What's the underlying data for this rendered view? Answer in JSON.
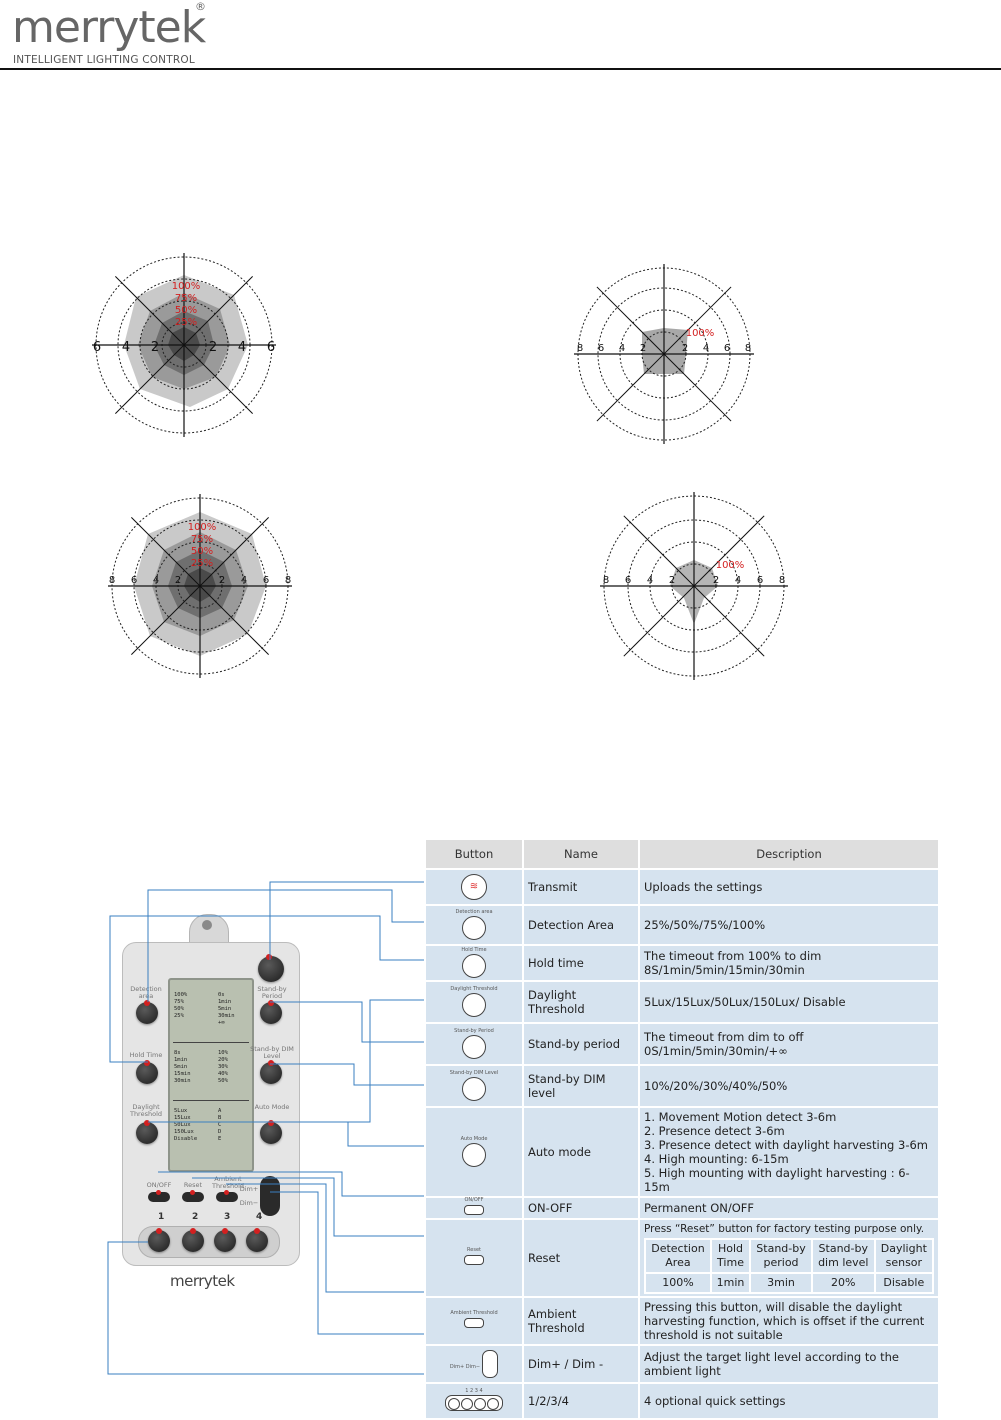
{
  "header": {
    "brand": "merrytek",
    "registered": "®",
    "tagline": "INTELLIGENT LIGHTING CONTROL"
  },
  "diagrams": [
    {
      "top_label": "100%",
      "levels": [
        "75%",
        "50%",
        "25%"
      ],
      "ticks_left": [
        "6",
        "4",
        "2"
      ],
      "ticks_right": [
        "2",
        "4",
        "6"
      ]
    },
    {
      "top_label": "100%",
      "levels": [],
      "ticks_left": [
        "8",
        "6",
        "4",
        "2"
      ],
      "ticks_right": [
        "2",
        "4",
        "6",
        "8"
      ]
    },
    {
      "top_label": "100%",
      "levels": [
        "75%",
        "50%",
        "25%"
      ],
      "ticks_left": [
        "8",
        "6",
        "4",
        "2"
      ],
      "ticks_right": [
        "2",
        "4",
        "6",
        "8"
      ]
    },
    {
      "top_label": "100%",
      "levels": [],
      "ticks_left": [
        "8",
        "6",
        "4",
        "2"
      ],
      "ticks_right": [
        "2",
        "4",
        "6",
        "8"
      ]
    }
  ],
  "remote": {
    "brand": "merrytek",
    "labels": {
      "detection": "Detection area",
      "standby_period": "Stand-by Period",
      "hold_time": "Hold Time",
      "standby_dim": "Stand-by DIM Level",
      "daylight": "Daylight Threshold",
      "auto_mode": "Auto Mode",
      "on_off": "ON/OFF",
      "reset": "Reset",
      "ambient": "Ambient Threshold",
      "dim_plus": "Dim+",
      "dim_minus": "Dim−"
    },
    "quick_numbers": [
      "1",
      "2",
      "3",
      "4"
    ],
    "lcd": {
      "block1_left": [
        "100%",
        "75%",
        "50%",
        "25%"
      ],
      "block1_right": [
        "0s",
        "1min",
        "5min",
        "30min",
        "+∞"
      ],
      "block2_left": [
        "8s",
        "1min",
        "5min",
        "15min",
        "30min"
      ],
      "block2_right": [
        "10%",
        "20%",
        "30%",
        "40%",
        "50%"
      ],
      "block3_left": [
        "5Lux",
        "15Lux",
        "50Lux",
        "150Lux",
        "Disable"
      ],
      "block3_right": [
        "A",
        "B",
        "C",
        "D",
        "E"
      ]
    }
  },
  "table": {
    "headers": [
      "Button",
      "Name",
      "Description"
    ],
    "rows": [
      {
        "icon_caption": "",
        "name": "Transmit",
        "description": [
          "Uploads the settings"
        ]
      },
      {
        "icon_caption": "Detection area",
        "name": "Detection Area",
        "description": [
          "25%/50%/75%/100%"
        ]
      },
      {
        "icon_caption": "Hold Time",
        "name": "Hold time",
        "description": [
          "The timeout from 100% to dim",
          "8S/1min/5min/15min/30min"
        ]
      },
      {
        "icon_caption": "Daylight Threshold",
        "name": "Daylight Threshold",
        "description": [
          "5Lux/15Lux/50Lux/150Lux/ Disable"
        ]
      },
      {
        "icon_caption": "Stand-by Period",
        "name": "Stand-by period",
        "description": [
          "The timeout from dim to off",
          "0S/1min/5min/30min/+∞"
        ]
      },
      {
        "icon_caption": "Stand-by DIM Level",
        "name": "Stand-by DIM level",
        "description": [
          "10%/20%/30%/40%/50%"
        ]
      },
      {
        "icon_caption": "Auto Mode",
        "name": "Auto mode",
        "description": [
          "1. Movement Motion detect  3-6m",
          "2. Presence detect 3-6m",
          "3. Presence detect with daylight harvesting 3-6m",
          "4. High mounting: 6-15m",
          "5. High mounting with daylight harvesting : 6-15m"
        ]
      },
      {
        "icon_caption": "ON/OFF",
        "name": "ON-OFF",
        "description": [
          "Permanent ON/OFF"
        ]
      },
      {
        "icon_caption": "Reset",
        "name": "Reset",
        "description": [
          "Press “Reset” button for factory testing purpose only."
        ],
        "reset_table": {
          "headers": [
            [
              "Detection",
              "Area"
            ],
            [
              "Hold",
              "Time"
            ],
            [
              "Stand-by",
              "period"
            ],
            [
              "Stand-by",
              "dim level"
            ],
            [
              "Daylight",
              "sensor"
            ]
          ],
          "values": [
            "100%",
            "1min",
            "3min",
            "20%",
            "Disable"
          ]
        }
      },
      {
        "icon_caption": "Ambient Threshold",
        "name": "Ambient Threshold",
        "description": [
          "Pressing this button, will disable the daylight",
          "harvesting function, which is offset if the current",
          "threshold is not suitable"
        ]
      },
      {
        "icon_caption": "Dim+ Dim−",
        "name": "Dim+ / Dim -",
        "description": [
          "Adjust the target light level according to the",
          "ambient light"
        ]
      },
      {
        "icon_caption": "1 2 3 4",
        "name": "1/2/3/4",
        "description": [
          "4 optional quick settings"
        ]
      }
    ]
  },
  "colors": {
    "table_header": "#dedede",
    "table_cell": "#d6e3ef",
    "connector": "#3a7fc0",
    "accent_red": "#d32020"
  }
}
